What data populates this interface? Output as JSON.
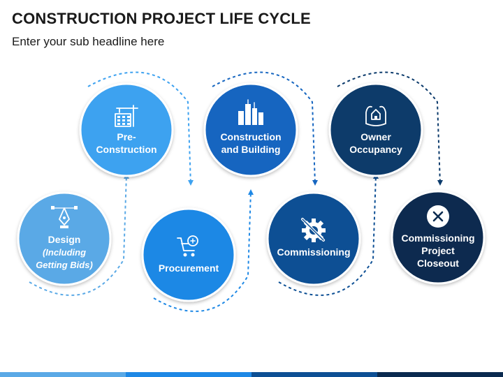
{
  "header": {
    "title": "CONSTRUCTION PROJECT LIFE CYCLE",
    "subtitle": "Enter your sub headline here"
  },
  "steps": [
    {
      "lines": [
        "Design"
      ],
      "italic_lines": [
        "(Including",
        "Getting Bids)"
      ],
      "icon": "pen-tool-icon",
      "color": "#5aa9e6"
    },
    {
      "lines": [
        "Pre-",
        "Construction"
      ],
      "italic_lines": [],
      "icon": "crane-building-icon",
      "color": "#3ea2f0"
    },
    {
      "lines": [
        "Procurement"
      ],
      "italic_lines": [],
      "icon": "shopping-cart-icon",
      "color": "#1e88e5"
    },
    {
      "lines": [
        "Construction",
        "and Building"
      ],
      "italic_lines": [],
      "icon": "city-buildings-icon",
      "color": "#1565c0"
    },
    {
      "lines": [
        "Commissioning"
      ],
      "italic_lines": [],
      "icon": "gear-wrench-icon",
      "color": "#0d4f94"
    },
    {
      "lines": [
        "Owner",
        "Occupancy"
      ],
      "italic_lines": [],
      "icon": "house-in-hands-icon",
      "color": "#0b3a6b"
    },
    {
      "lines": [
        "Commissioning",
        "Project",
        "Closeout"
      ],
      "italic_lines": [],
      "icon": "close-x-icon",
      "color": "#0a2a4f"
    }
  ],
  "colors": {
    "bar": [
      "#5aa9e6",
      "#1e88e5",
      "#0d4f94",
      "#0a2a4f"
    ]
  }
}
